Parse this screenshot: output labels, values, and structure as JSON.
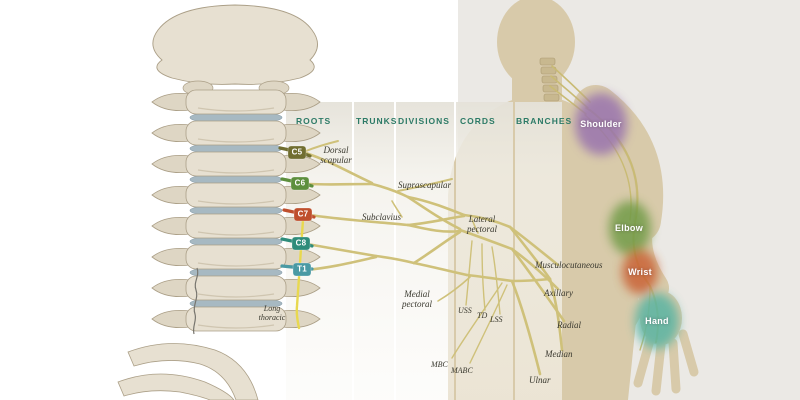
{
  "columns": [
    {
      "label": "ROOTS"
    },
    {
      "label": "TRUNKS"
    },
    {
      "label": "DIVISIONS"
    },
    {
      "label": "CORDS"
    },
    {
      "label": "BRANCHES"
    }
  ],
  "roots": [
    {
      "label": "C5",
      "color": "#716e30"
    },
    {
      "label": "C6",
      "color": "#5d8f3d"
    },
    {
      "label": "C7",
      "color": "#bf4f2d"
    },
    {
      "label": "C8",
      "color": "#2e8c7a"
    },
    {
      "label": "T1",
      "color": "#4a9aa4"
    }
  ],
  "nerves": {
    "dorsal_scapular": "Dorsal scapular",
    "suprascapular": "Suprascapular",
    "subclavius": "Subclavius",
    "lateral_pectoral": "Lateral pectoral",
    "medial_pectoral": "Medial pectoral",
    "musculocutaneous": "Musculocutaneous",
    "axillary": "Axillary",
    "radial": "Radial",
    "median": "Median",
    "ulnar": "Ulnar",
    "long_thoracic": "Long thoracic",
    "uss": "USS",
    "td": "TD",
    "lss": "LSS",
    "mbc": "MBC",
    "mabc": "MABC"
  },
  "regions": [
    {
      "label": "Shoulder",
      "color": "#9771ae"
    },
    {
      "label": "Elbow",
      "color": "#6e9a45"
    },
    {
      "label": "Wrist",
      "color": "#c95f33"
    },
    {
      "label": "Hand",
      "color": "#55b3a2"
    }
  ],
  "theme": {
    "header_color": "#2c7a66",
    "nerve_color": "#cfc17a",
    "long_thoracic_color": "#e8d84f",
    "bone_color": "#e7e0d1",
    "disc_color": "#a7b9c2",
    "body_color": "#d8caaa",
    "backdrop_color": "#ebe9e5"
  }
}
